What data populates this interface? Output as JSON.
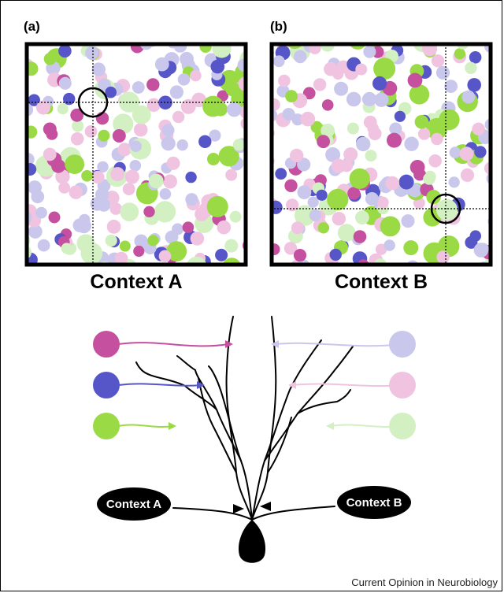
{
  "panels": {
    "a": {
      "letter": "(a)",
      "caption": "Context A"
    },
    "b": {
      "letter": "(b)",
      "caption": "Context B"
    }
  },
  "inputs": {
    "context_a": "Context A",
    "context_b": "Context B"
  },
  "credit": "Current Opinion in Neurobiology",
  "colors": {
    "magenta": "#c4509f",
    "blue": "#5656c8",
    "green": "#9ada44",
    "lavender": "#c9c8ec",
    "pink": "#f0c4e0",
    "pale_green": "#d2f0c2",
    "neuron": "#000000"
  }
}
